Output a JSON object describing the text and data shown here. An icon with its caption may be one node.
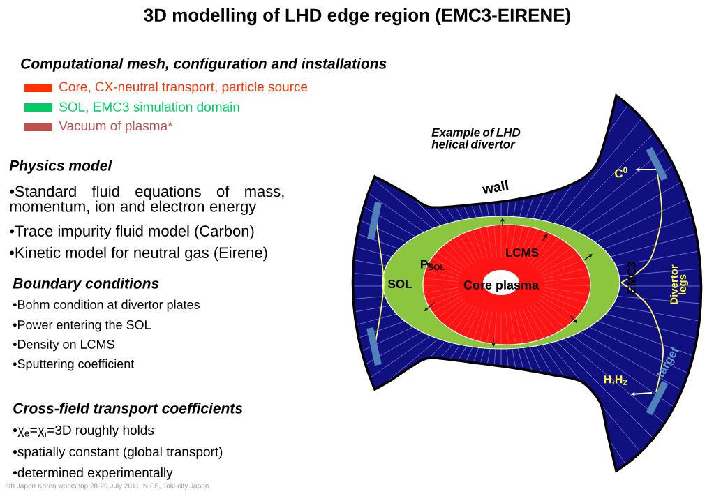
{
  "diagram": {
    "title": "3D modelling of LHD edge region (EMC3-EIRENE)",
    "labels": [
      "Computational mesh, configuration and installations",
      "Example of LHD helical divertor",
      "Physics model",
      "•Standard fluid equations of mass, momentum, ion and electron energy",
      "•Trace impurity fluid model (Carbon)",
      "•Kinetic model for neutral gas (Eirene)",
      "wall",
      "C$^{0}$",
      "LCMS",
      "P$_{SOL}$",
      "SOL",
      "Core plasma",
      "EMC3",
      "Divertor legs",
      "Boundary conditions",
      "•Bohm condition at divertor plates",
      "•Power entering the SOL",
      "•Density on LCMS",
      "•Sputtering coefficient",
      "target",
      "H,H$_{2}$",
      "Cross-field transport coefficients",
      "•χ$_{e}$=χ$_{i}$=3D roughly holds",
      "•spatially constant (global transport)",
      "•determined experimentally",
      "6th Japan Korea workshop 28-29 July 2011, NIFS, Toki-city Japan"
    ],
    "legend": [
      {
        "text": "Core, CX-neutral transport, particle source",
        "color": "#ff3300"
      },
      {
        "text": "SOL, EMC3 simulation domain",
        "color": "#00cc66"
      },
      {
        "text": "Vacuum of plasma*",
        "color": "#c0504d"
      }
    ]
  }
}
